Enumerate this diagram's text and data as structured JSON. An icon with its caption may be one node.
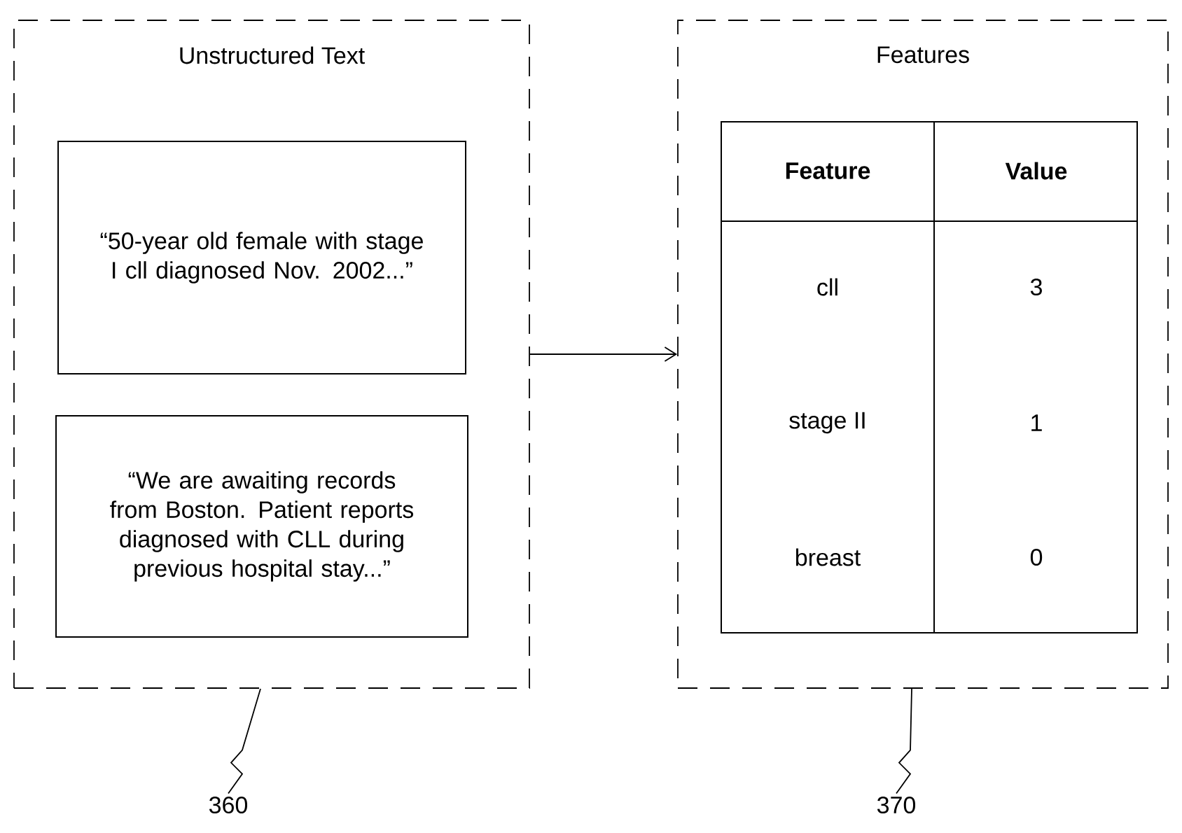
{
  "diagram": {
    "nodes": [
      {
        "text": [
          "Unstructured Text"
        ]
      },
      {
        "text": [
          "“50-year old female with stage I cll diagnosed Nov. 2002...”"
        ],
        "in": 0
      },
      {
        "text": [
          "“We are awaiting records from Boston. Patient reports diagnosed with CLL during previous hospital stay...”"
        ],
        "in": 0
      },
      {
        "text": [
          "Features"
        ]
      },
      {
        "text": [
          "360"
        ]
      },
      {
        "text": [
          "370"
        ]
      }
    ],
    "edges": [
      {
        "from": 0,
        "to": 3,
        "arrow": "to"
      },
      {
        "from": 4,
        "to": 0,
        "arrow": "none"
      },
      {
        "from": 5,
        "to": 3,
        "arrow": "none"
      }
    ],
    "labels": [
      "Feature",
      "Value",
      "cll",
      "3",
      "stage II",
      "1",
      "breast",
      "0"
    ]
  }
}
